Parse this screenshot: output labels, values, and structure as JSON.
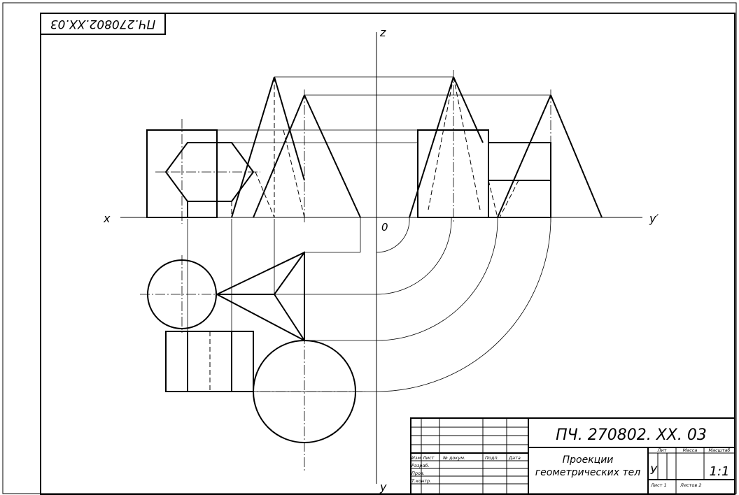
{
  "drawing": {
    "code_stamp": "ПЧ.270802.XX.03",
    "axes": {
      "x": "x",
      "y_prime": "y′",
      "z": "z",
      "y": "y",
      "origin": "0"
    }
  },
  "title_block": {
    "designation": "ПЧ. 270802. XX. 03",
    "title_line1": "Проекции",
    "title_line2": "геометрических тел",
    "columns": {
      "izm": "Изм",
      "list": "Лист",
      "doc_no": "№ докум.",
      "podp": "Подп.",
      "data": "Дата"
    },
    "roles": {
      "razrab": "Разраб.",
      "prov": "Пров.",
      "tkontr": "Т.контр."
    },
    "headers": {
      "lit": "Лит",
      "massa": "Масса",
      "masshtab": "Масштаб"
    },
    "lit_value": "У",
    "scale_value": "1:1",
    "sheet_label": "Лист 1",
    "sheets_label": "Листов 2"
  }
}
